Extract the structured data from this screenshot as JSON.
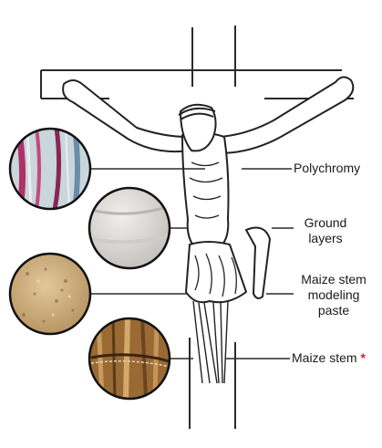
{
  "diagram": {
    "layers": [
      {
        "id": "polychromy",
        "lines": [
          "Polychromy"
        ],
        "swatch": "#c9d6dc",
        "accent": "#b0306a"
      },
      {
        "id": "ground-layers",
        "lines": [
          "Ground",
          "layers"
        ],
        "swatch": "#d8d5d2",
        "accent": "#a9a5a2"
      },
      {
        "id": "maize-stem-modeling-paste",
        "lines": [
          "Maize stem",
          "modeling",
          "paste"
        ],
        "swatch": "#cdb284",
        "accent": "#9a7a48"
      },
      {
        "id": "maize-stem",
        "lines": [
          "Maize stem"
        ],
        "swatch": "#9a6a34",
        "accent": "#5a3a18",
        "marker": "*"
      }
    ],
    "colors": {
      "ink": "#2a2a2a",
      "marker": "#d8262c"
    }
  }
}
